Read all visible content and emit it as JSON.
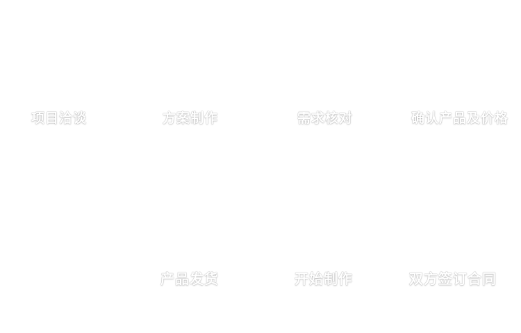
{
  "page": {
    "background_color": "#ffffff",
    "text_color": "#ffffff"
  },
  "flow": {
    "top_row": [
      "项目洽谈",
      "方案制作",
      "需求核对",
      "确认产品及价格"
    ],
    "bottom_row": [
      "产品发货",
      "开始制作",
      "双方签订合同"
    ]
  }
}
